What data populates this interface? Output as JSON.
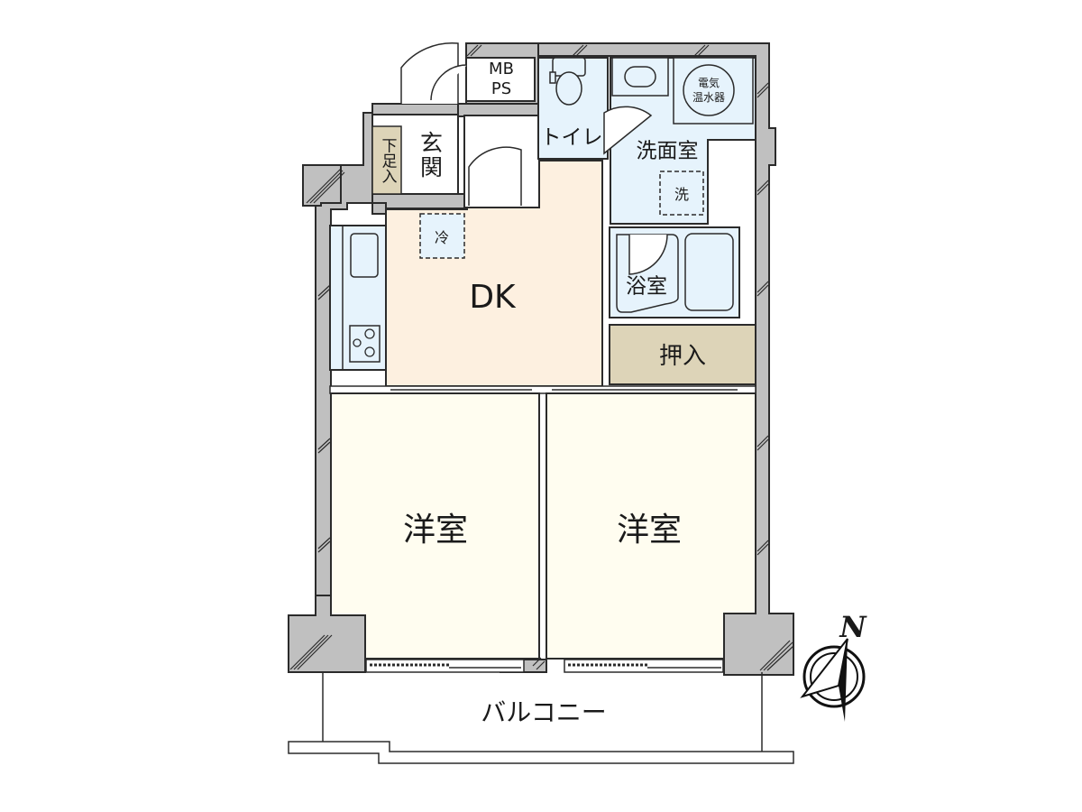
{
  "floor_plan": {
    "layout_type": "2DK",
    "colors": {
      "wall": "#c0c0c0",
      "wall_line": "#2b2b2b",
      "dk_floor": "#fdf0e0",
      "western_room_floor": "#fffdf0",
      "wet_area_floor": "#e6f3fc",
      "storage_floor": "#ddd4b8",
      "entrance_floor": "#ffffff"
    },
    "rooms": {
      "dk": {
        "label": "DK"
      },
      "western_room_left": {
        "label": "洋室"
      },
      "western_room_right": {
        "label": "洋室"
      },
      "entrance": {
        "label": "玄関"
      },
      "shoe_storage": {
        "label": "下足入"
      },
      "toilet": {
        "label": "トイレ"
      },
      "washroom": {
        "label": "洗面室"
      },
      "bathroom": {
        "label": "浴室"
      },
      "closet": {
        "label": "押入"
      },
      "balcony": {
        "label": "バルコニー"
      },
      "mbps": {
        "label_line1": "MB",
        "label_line2": "PS"
      }
    },
    "fixtures": {
      "refrigerator": {
        "label": "冷"
      },
      "washing_machine": {
        "label": "洗"
      },
      "water_heater": {
        "label_line1": "電気",
        "label_line2": "温水器"
      }
    },
    "compass": {
      "label": "N"
    }
  }
}
